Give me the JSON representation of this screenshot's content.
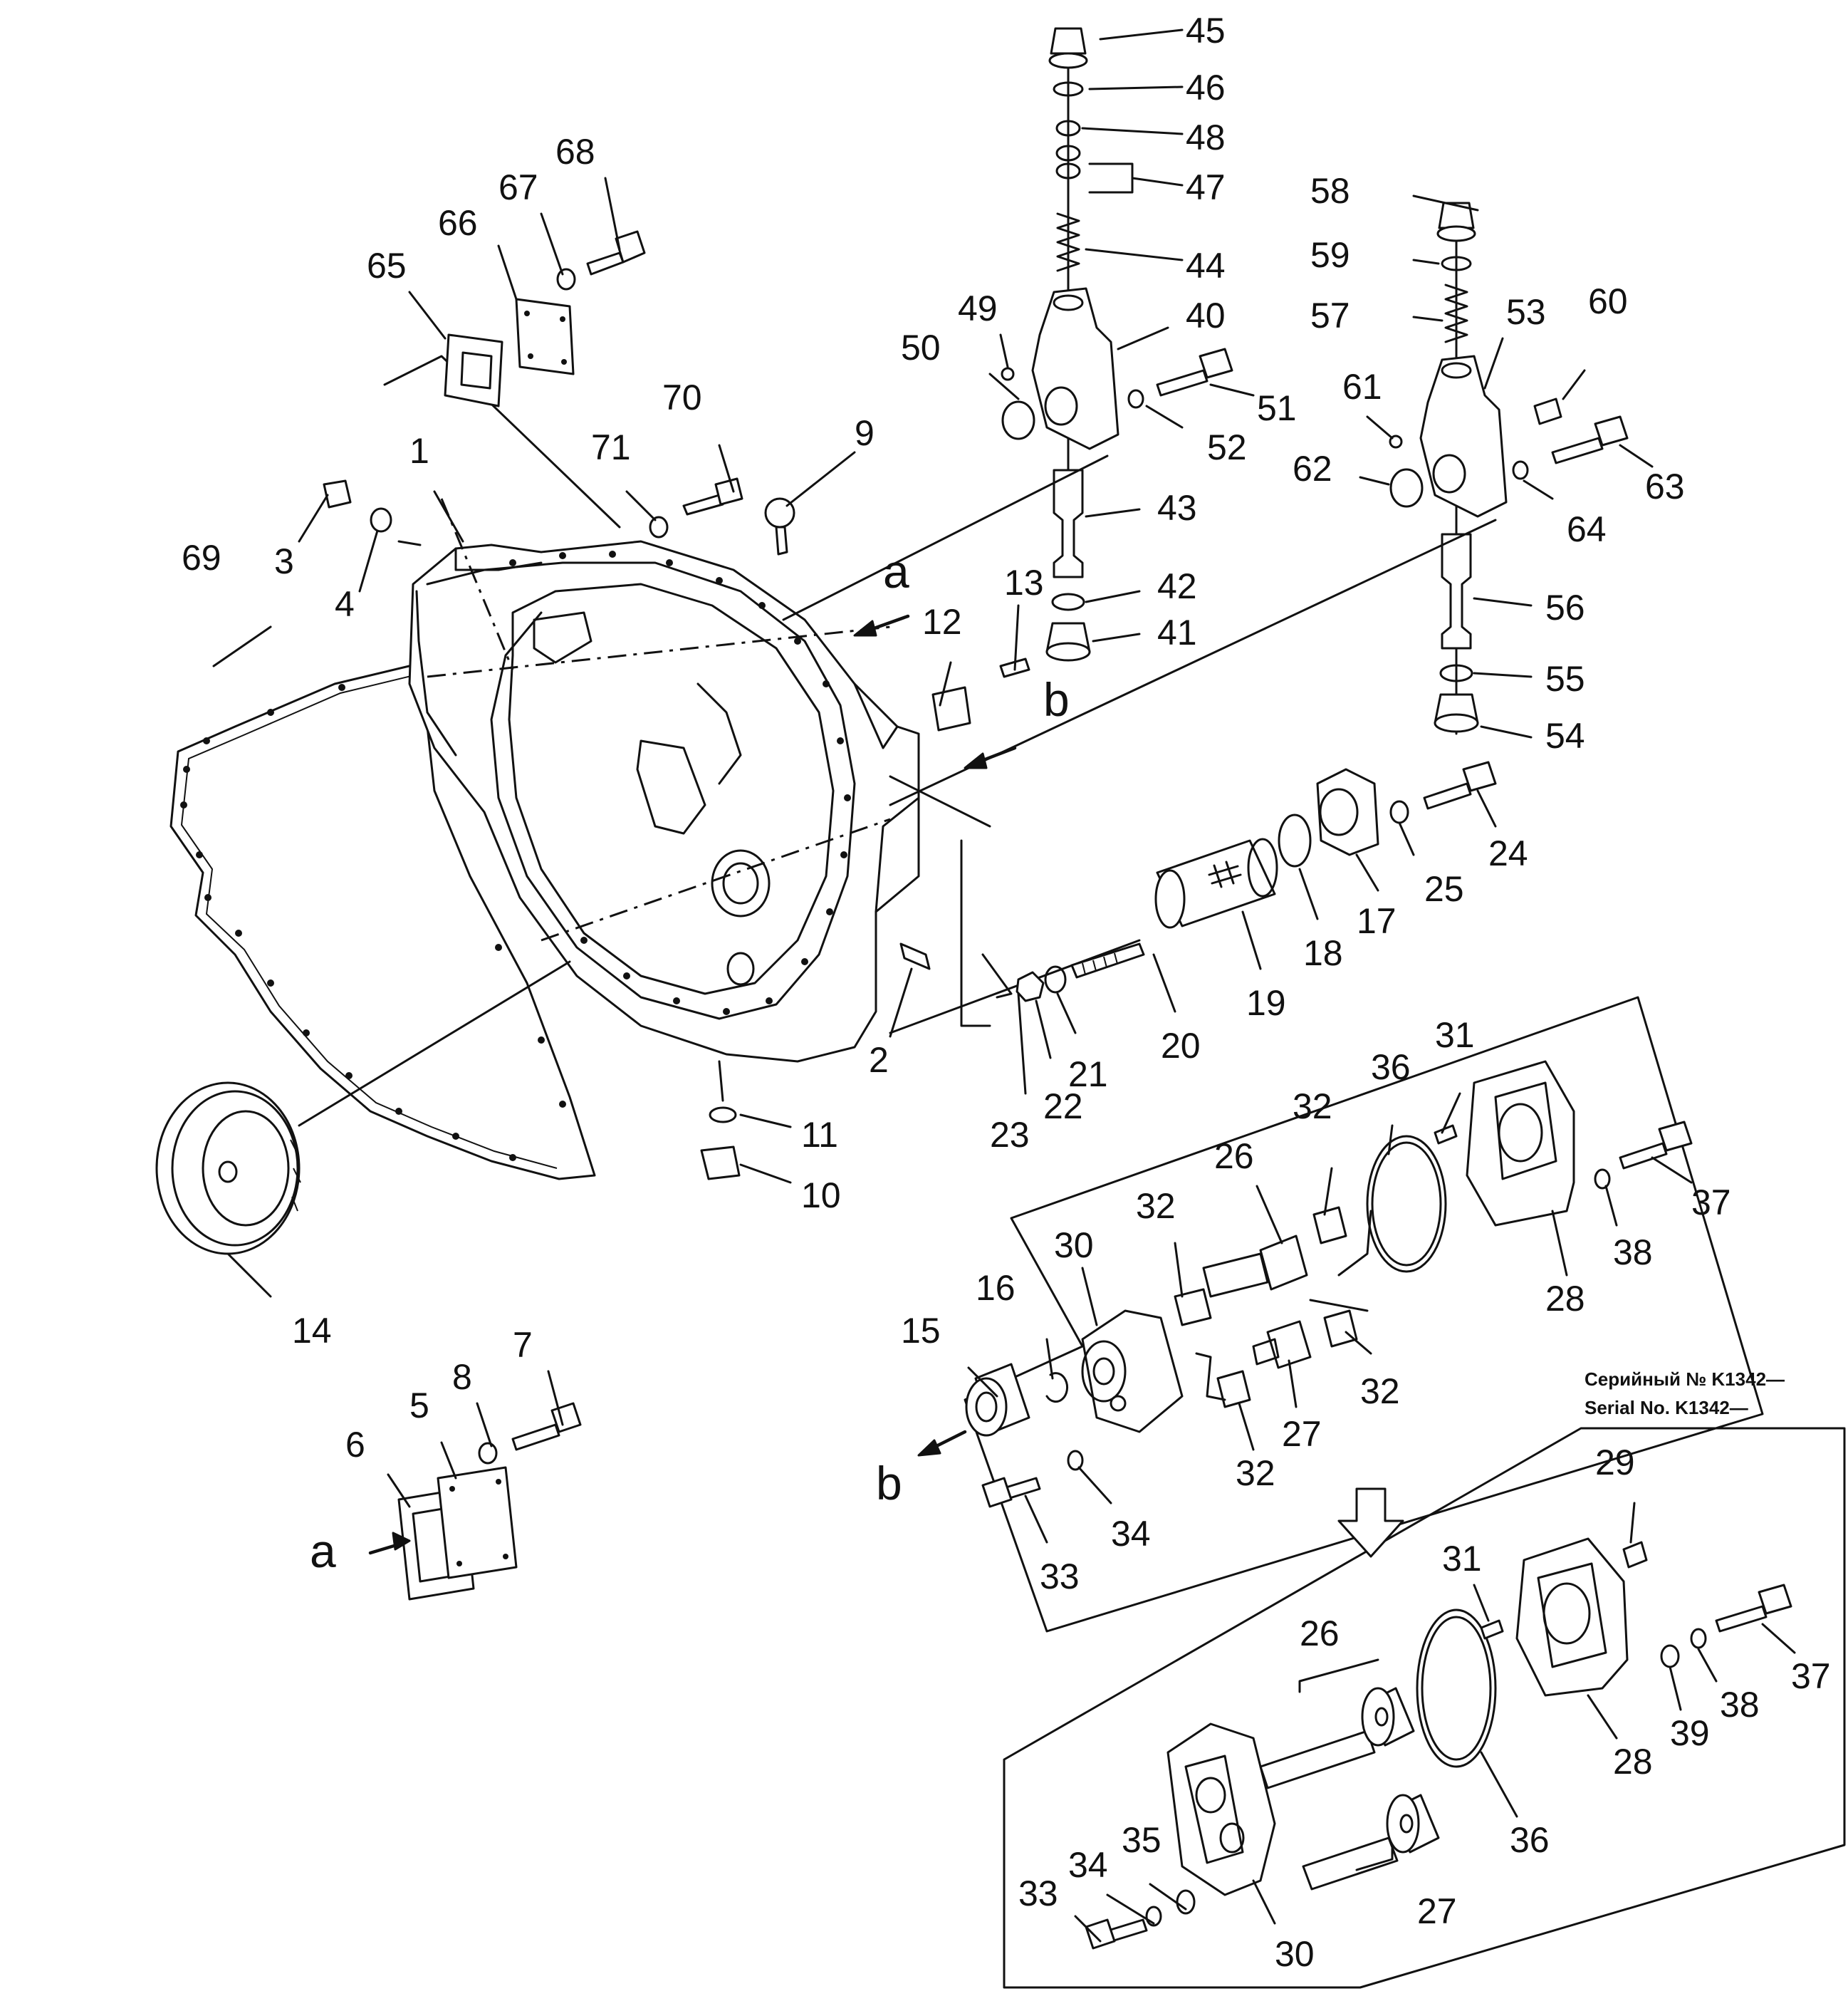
{
  "diagram": {
    "part_numbers": [
      "1",
      "2",
      "3",
      "4",
      "5",
      "6",
      "7",
      "8",
      "9",
      "10",
      "11",
      "12",
      "13",
      "14",
      "15",
      "16",
      "17",
      "18",
      "19",
      "20",
      "21",
      "22",
      "23",
      "24",
      "25",
      "26",
      "27",
      "28",
      "29",
      "30",
      "31",
      "32",
      "33",
      "34",
      "35",
      "36",
      "37",
      "38",
      "39",
      "40",
      "41",
      "42",
      "43",
      "44",
      "45",
      "46",
      "47",
      "48",
      "49",
      "50",
      "51",
      "52",
      "53",
      "54",
      "55",
      "56",
      "57",
      "58",
      "59",
      "60",
      "61",
      "62",
      "63",
      "64",
      "65",
      "66",
      "67",
      "68",
      "69",
      "70",
      "71"
    ],
    "letters": {
      "a": "a",
      "b": "b"
    },
    "serial_note_ru": "Серийный № K1342—",
    "serial_note_en": "Serial No. K1342—"
  }
}
